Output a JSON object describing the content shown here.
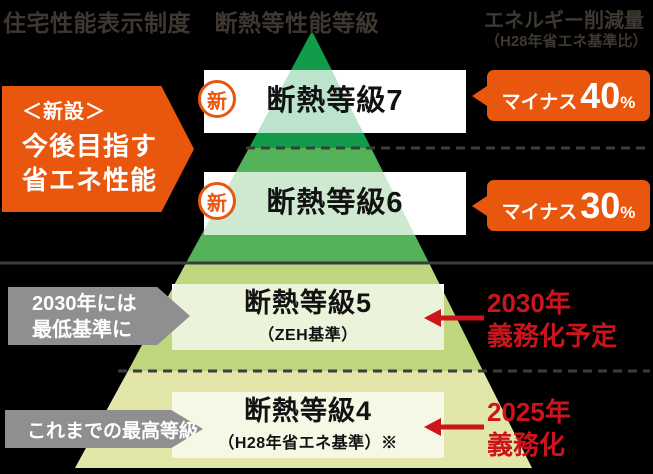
{
  "header": {
    "title": "住宅性能表示制度　断熱等性能等級",
    "right_title": "エネルギー削減量",
    "right_subtitle": "（H28年省エネ基準比）"
  },
  "new_label": {
    "line1": "＜新設＞",
    "line2": "今後目指す",
    "line3": "省エネ性能"
  },
  "badge_new": "新",
  "grades": [
    {
      "title": "断熱等級7",
      "subtitle": ""
    },
    {
      "title": "断熱等級6",
      "subtitle": ""
    },
    {
      "title": "断熱等級5",
      "subtitle": "（ZEH基準）"
    },
    {
      "title": "断熱等級4",
      "subtitle": "（H28年省エネ基準）※"
    }
  ],
  "reduction_badges": [
    {
      "prefix": "マイナス",
      "value": "40",
      "unit": "%"
    },
    {
      "prefix": "マイナス",
      "value": "30",
      "unit": "%"
    }
  ],
  "left_notes": [
    {
      "line1": "2030年には",
      "line2": "最低基準に"
    },
    {
      "line1": "これまでの最高等級"
    }
  ],
  "right_notes": [
    {
      "line1": "2030年",
      "line2": "義務化予定"
    },
    {
      "line1": "2025年",
      "line2": "義務化"
    }
  ],
  "colors": {
    "background": "#000000",
    "band_grade7": "#129c49",
    "band_grade6": "#54b25b",
    "band_grade5": "#bed77f",
    "band_grade4": "#e2e7a9",
    "orange": "#e9560d",
    "gray_label": "#8f8f8f",
    "red": "#cc141c",
    "header_text": "#3e3831",
    "divider": "#3d3d3d"
  }
}
